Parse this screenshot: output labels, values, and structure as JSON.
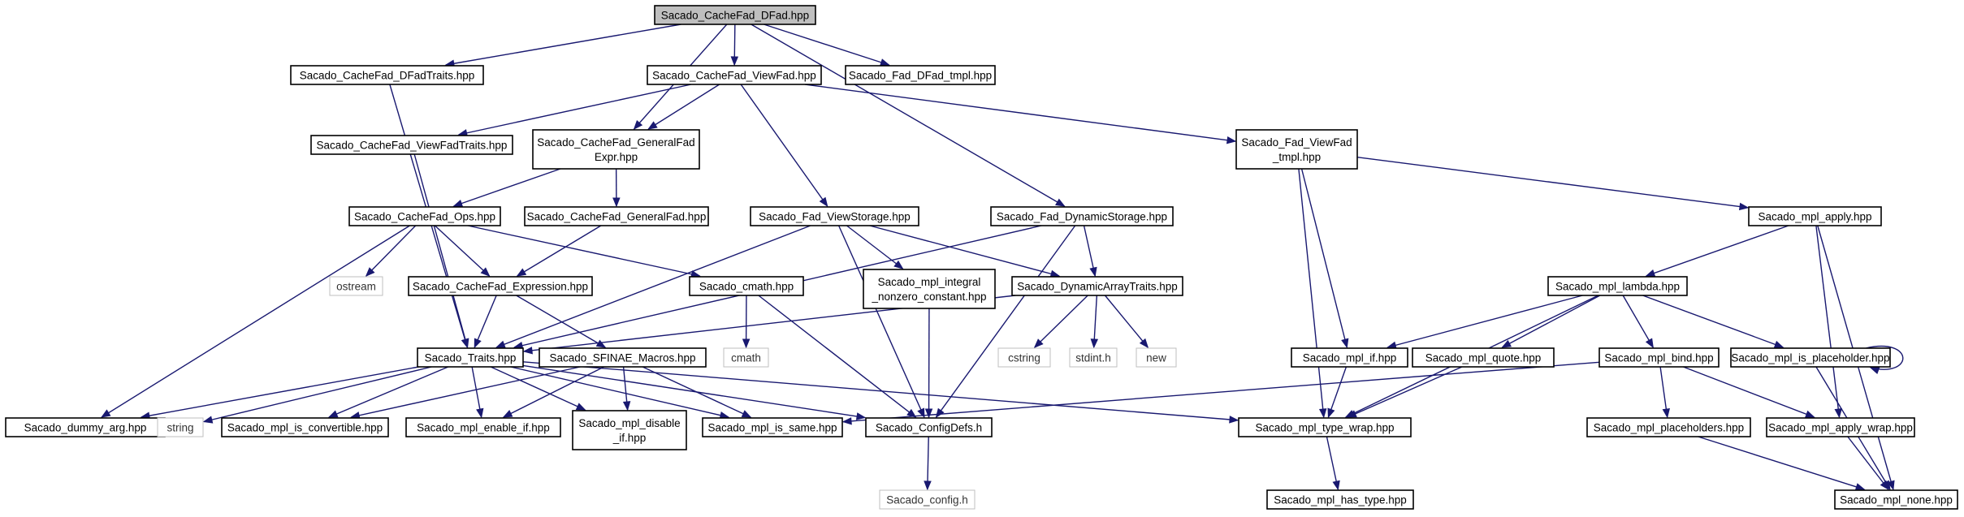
{
  "graph": {
    "nodes": {
      "dfad": [
        "Sacado_CacheFad_DFad.hpp"
      ],
      "dfadtraits": [
        "Sacado_CacheFad_DFadTraits.hpp"
      ],
      "viewfad": [
        "Sacado_CacheFad_ViewFad.hpp"
      ],
      "fad_dfad_tmpl": [
        "Sacado_Fad_DFad_tmpl.hpp"
      ],
      "viewfadtraits": [
        "Sacado_CacheFad_ViewFadTraits.hpp"
      ],
      "generalfadexpr": [
        "Sacado_CacheFad_GeneralFad",
        "Expr.hpp"
      ],
      "fad_viewfad_tmpl": [
        "Sacado_Fad_ViewFad",
        "_tmpl.hpp"
      ],
      "ops": [
        "Sacado_CacheFad_Ops.hpp"
      ],
      "generalfad": [
        "Sacado_CacheFad_GeneralFad.hpp"
      ],
      "viewstorage": [
        "Sacado_Fad_ViewStorage.hpp"
      ],
      "dynamicstorage": [
        "Sacado_Fad_DynamicStorage.hpp"
      ],
      "mpl_apply": [
        "Sacado_mpl_apply.hpp"
      ],
      "ostream": [
        "ostream"
      ],
      "expression": [
        "Sacado_CacheFad_Expression.hpp"
      ],
      "cmath_hpp": [
        "Sacado_cmath.hpp"
      ],
      "integral_nonzero": [
        "Sacado_mpl_integral",
        "_nonzero_constant.hpp"
      ],
      "dynarraytraits": [
        "Sacado_DynamicArrayTraits.hpp"
      ],
      "mpl_lambda": [
        "Sacado_mpl_lambda.hpp"
      ],
      "traits": [
        "Sacado_Traits.hpp"
      ],
      "sfinae": [
        "Sacado_SFINAE_Macros.hpp"
      ],
      "cmath": [
        "cmath"
      ],
      "cstring": [
        "cstring"
      ],
      "stdint": [
        "stdint.h"
      ],
      "new": [
        "new"
      ],
      "mpl_if": [
        "Sacado_mpl_if.hpp"
      ],
      "mpl_quote": [
        "Sacado_mpl_quote.hpp"
      ],
      "mpl_bind": [
        "Sacado_mpl_bind.hpp"
      ],
      "mpl_is_placeholder": [
        "Sacado_mpl_is_placeholder.hpp"
      ],
      "dummy_arg": [
        "Sacado_dummy_arg.hpp"
      ],
      "string": [
        "string"
      ],
      "is_convertible": [
        "Sacado_mpl_is_convertible.hpp"
      ],
      "enable_if": [
        "Sacado_mpl_enable_if.hpp"
      ],
      "disable_if": [
        "Sacado_mpl_disable",
        "_if.hpp"
      ],
      "is_same": [
        "Sacado_mpl_is_same.hpp"
      ],
      "configdefs": [
        "Sacado_ConfigDefs.h"
      ],
      "type_wrap": [
        "Sacado_mpl_type_wrap.hpp"
      ],
      "placeholders": [
        "Sacado_mpl_placeholders.hpp"
      ],
      "apply_wrap": [
        "Sacado_mpl_apply_wrap.hpp"
      ],
      "config_h": [
        "Sacado_config.h"
      ],
      "has_type": [
        "Sacado_mpl_has_type.hpp"
      ],
      "mpl_none": [
        "Sacado_mpl_none.hpp"
      ]
    },
    "edges": [
      [
        "dfad",
        "dfadtraits"
      ],
      [
        "dfad",
        "viewfad"
      ],
      [
        "dfad",
        "fad_dfad_tmpl"
      ],
      [
        "dfad",
        "generalfadexpr"
      ],
      [
        "dfad",
        "dynamicstorage"
      ],
      [
        "dfadtraits",
        "traits"
      ],
      [
        "viewfad",
        "viewfadtraits"
      ],
      [
        "viewfad",
        "generalfadexpr"
      ],
      [
        "viewfad",
        "viewstorage"
      ],
      [
        "viewfad",
        "fad_viewfad_tmpl"
      ],
      [
        "viewfadtraits",
        "traits"
      ],
      [
        "generalfadexpr",
        "ops"
      ],
      [
        "generalfadexpr",
        "generalfad"
      ],
      [
        "ops",
        "ostream"
      ],
      [
        "ops",
        "expression"
      ],
      [
        "ops",
        "cmath_hpp"
      ],
      [
        "ops",
        "dummy_arg"
      ],
      [
        "generalfad",
        "expression"
      ],
      [
        "expression",
        "traits"
      ],
      [
        "expression",
        "sfinae"
      ],
      [
        "viewstorage",
        "traits"
      ],
      [
        "viewstorage",
        "integral_nonzero"
      ],
      [
        "viewstorage",
        "dynarraytraits"
      ],
      [
        "viewstorage",
        "configdefs"
      ],
      [
        "dynamicstorage",
        "dynarraytraits"
      ],
      [
        "dynamicstorage",
        "traits"
      ],
      [
        "dynamicstorage",
        "configdefs"
      ],
      [
        "cmath_hpp",
        "cmath"
      ],
      [
        "cmath_hpp",
        "configdefs"
      ],
      [
        "integral_nonzero",
        "configdefs"
      ],
      [
        "dynarraytraits",
        "traits"
      ],
      [
        "dynarraytraits",
        "cstring"
      ],
      [
        "dynarraytraits",
        "stdint"
      ],
      [
        "dynarraytraits",
        "new"
      ],
      [
        "traits",
        "dummy_arg"
      ],
      [
        "traits",
        "string"
      ],
      [
        "traits",
        "is_convertible"
      ],
      [
        "traits",
        "enable_if"
      ],
      [
        "traits",
        "disable_if"
      ],
      [
        "traits",
        "is_same"
      ],
      [
        "traits",
        "configdefs"
      ],
      [
        "traits",
        "type_wrap"
      ],
      [
        "sfinae",
        "is_convertible"
      ],
      [
        "sfinae",
        "enable_if"
      ],
      [
        "sfinae",
        "disable_if"
      ],
      [
        "sfinae",
        "is_same"
      ],
      [
        "fad_viewfad_tmpl",
        "mpl_apply"
      ],
      [
        "fad_viewfad_tmpl",
        "mpl_if"
      ],
      [
        "fad_viewfad_tmpl",
        "type_wrap"
      ],
      [
        "mpl_apply",
        "mpl_lambda"
      ],
      [
        "mpl_apply",
        "apply_wrap"
      ],
      [
        "mpl_apply",
        "mpl_none"
      ],
      [
        "mpl_lambda",
        "mpl_if"
      ],
      [
        "mpl_lambda",
        "mpl_quote"
      ],
      [
        "mpl_lambda",
        "mpl_bind"
      ],
      [
        "mpl_lambda",
        "mpl_is_placeholder"
      ],
      [
        "mpl_lambda",
        "type_wrap"
      ],
      [
        "mpl_if",
        "type_wrap"
      ],
      [
        "mpl_quote",
        "type_wrap"
      ],
      [
        "mpl_bind",
        "placeholders"
      ],
      [
        "mpl_bind",
        "apply_wrap"
      ],
      [
        "mpl_bind",
        "is_same"
      ],
      [
        "mpl_is_placeholder",
        "mpl_is_placeholder"
      ],
      [
        "mpl_is_placeholder",
        "mpl_none"
      ],
      [
        "placeholders",
        "mpl_none"
      ],
      [
        "apply_wrap",
        "mpl_none"
      ],
      [
        "configdefs",
        "config_h"
      ],
      [
        "type_wrap",
        "has_type"
      ]
    ]
  }
}
